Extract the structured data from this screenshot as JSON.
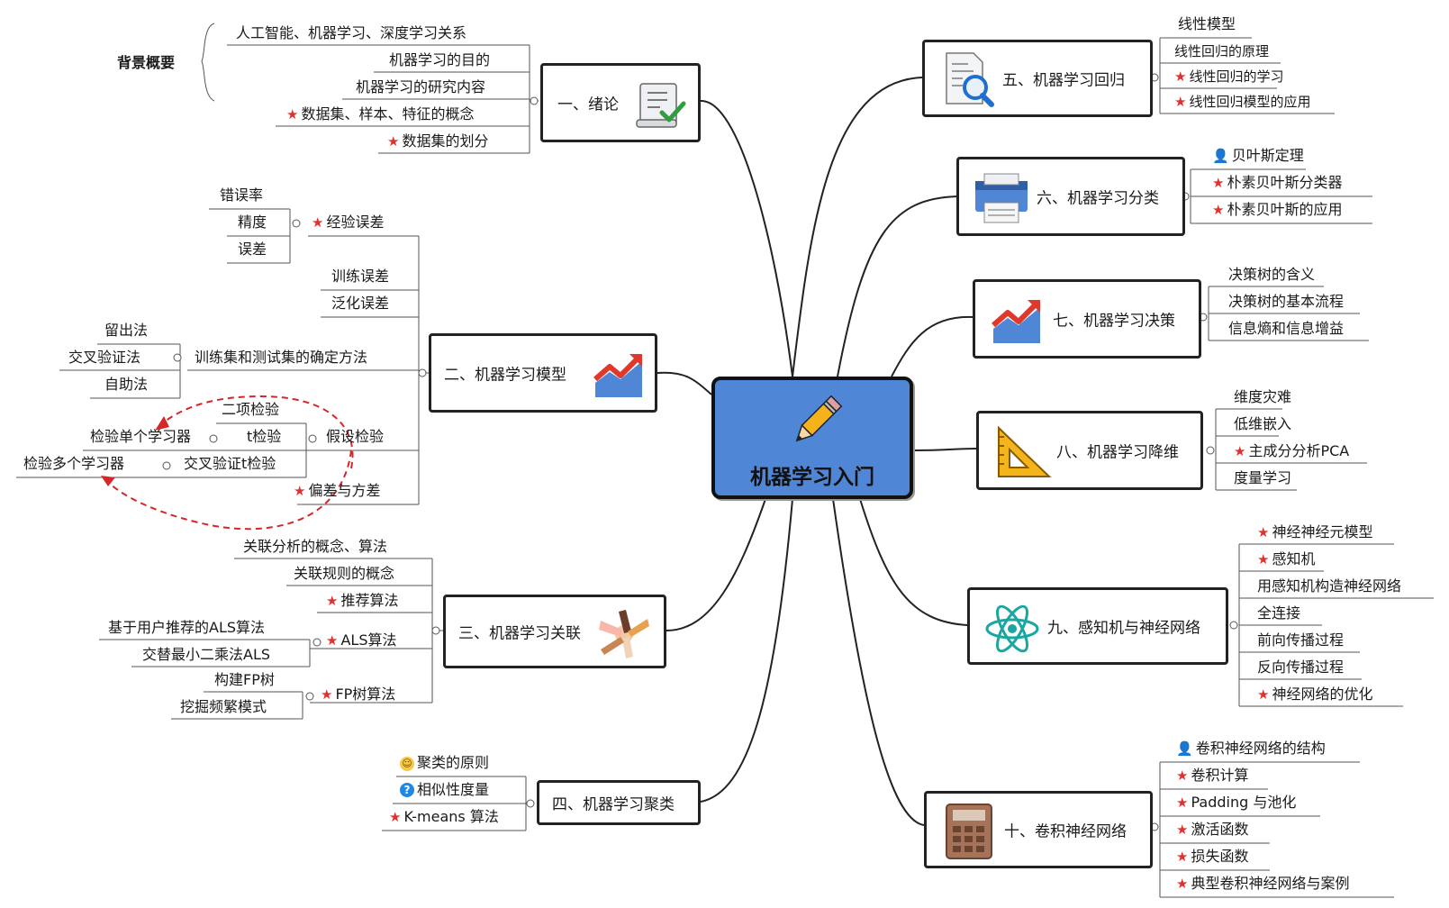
{
  "center": {
    "title": "机器学习入门"
  },
  "background_label": "背景概要",
  "nodes": {
    "n1": {
      "label": "一、绪论",
      "icon": "checklist-icon"
    },
    "n2": {
      "label": "二、机器学习模型",
      "icon": "trend-chart-icon"
    },
    "n3": {
      "label": "三、机器学习关联",
      "icon": "joined-hands-icon"
    },
    "n4": {
      "label": "四、机器学习聚类"
    },
    "n5": {
      "label": "五、机器学习回归",
      "icon": "document-search-icon"
    },
    "n6": {
      "label": "六、机器学习分类",
      "icon": "printer-icon"
    },
    "n7": {
      "label": "七、机器学习决策",
      "icon": "trend-chart-icon"
    },
    "n8": {
      "label": "八、机器学习降维",
      "icon": "set-square-icon"
    },
    "n9": {
      "label": "九、感知机与神经网络",
      "icon": "atom-icon"
    },
    "n10": {
      "label": "十、卷积神经网络",
      "icon": "calculator-icon"
    }
  },
  "leaves": {
    "n1": [
      "人工智能、机器学习、深度学习关系",
      "机器学习的目的",
      "机器学习的研究内容",
      "数据集、样本、特征的概念",
      "数据集的划分"
    ],
    "n2": {
      "empirical_error": "经验误差",
      "empirical_children": [
        "错误率",
        "精度",
        "误差"
      ],
      "training_error": "训练误差",
      "generalization_error": "泛化误差",
      "split_method": "训练集和测试集的确定方法",
      "split_children": [
        "留出法",
        "交叉验证法",
        "自助法"
      ],
      "hypothesis_test": "假设检验",
      "single_learner": "检验单个学习器",
      "multi_learner": "检验多个学习器",
      "binomial_test": "二项检验",
      "t_test": "t检验",
      "cv_t_test": "交叉验证t检验",
      "bias_variance": "偏差与方差"
    },
    "n3": {
      "concept": "关联分析的概念、算法",
      "rules": "关联规则的概念",
      "recommend": "推荐算法",
      "als": "ALS算法",
      "als_children": [
        "基于用户推荐的ALS算法",
        "交替最小二乘法ALS"
      ],
      "fp": "FP树算法",
      "fp_children": [
        "构建FP树",
        "挖掘频繁模式"
      ]
    },
    "n4": [
      "聚类的原则",
      "相似性度量",
      "K-means 算法"
    ],
    "n5": [
      "线性模型",
      "线性回归的原理",
      "线性回归的学习",
      "线性回归模型的应用"
    ],
    "n6": [
      "贝叶斯定理",
      "朴素贝叶斯分类器",
      "朴素贝叶斯的应用"
    ],
    "n7": [
      "决策树的含义",
      "决策树的基本流程",
      "信息熵和信息增益"
    ],
    "n8": [
      "维度灾难",
      "低维嵌入",
      "主成分分析PCA",
      "度量学习"
    ],
    "n9": [
      "神经神经元模型",
      "感知机",
      "用感知机构造神经网络",
      "全连接",
      "前向传播过程",
      "反向传播过程",
      "神经网络的优化"
    ],
    "n10": [
      "卷积神经网络的结构",
      "卷积计算",
      "Padding 与池化",
      "激活函数",
      "损失函数",
      "典型卷积神经网络与案例"
    ]
  },
  "marker_icons": {
    "star": "star-icon",
    "person": "person-icon",
    "question": "question-icon",
    "smile": "smile-icon"
  },
  "colors": {
    "central_fill": "#4f86d6",
    "star": "#e03131",
    "arrow": "#d62728"
  }
}
